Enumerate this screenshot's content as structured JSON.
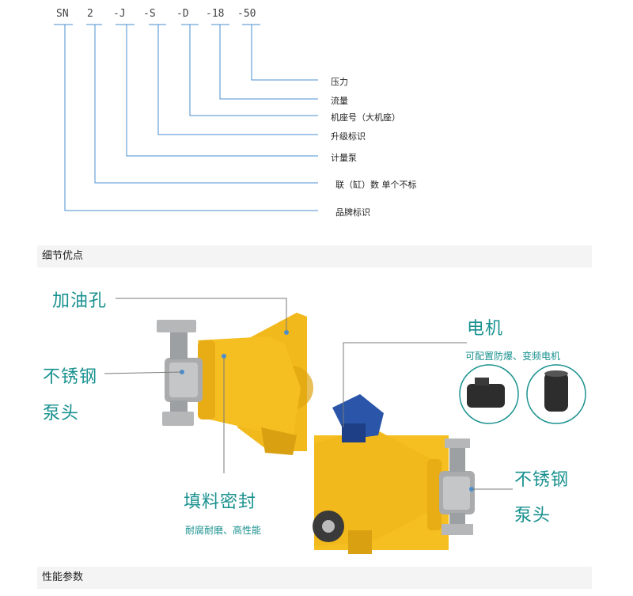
{
  "model_code": {
    "segments": [
      "SN",
      "2",
      "-J",
      "-S",
      "-D",
      "-18",
      "-50"
    ]
  },
  "model_legend": [
    "压力",
    "流量",
    "机座号（大机座）",
    "升级标识",
    "计量泵",
    "联（缸）数 单个不标",
    "品牌标识"
  ],
  "sections": {
    "details_title": "细节优点",
    "performance_title": "性能参数"
  },
  "callouts": {
    "fill_hole": "加油孔",
    "steel_head_left_1": "不锈钢",
    "steel_head_left_2": "泵头",
    "packing_seal": "填料密封",
    "packing_seal_sub": "耐腐耐磨、高性能",
    "motor": "电机",
    "motor_sub": "可配置防爆、变频电机",
    "steel_head_right_1": "不锈钢",
    "steel_head_right_2": "泵头"
  },
  "colors": {
    "accent_teal": "#19918f",
    "leader_blue": "#4a8fd0",
    "pump_yellow": "#f2b91c",
    "steel": "#a9abad"
  }
}
